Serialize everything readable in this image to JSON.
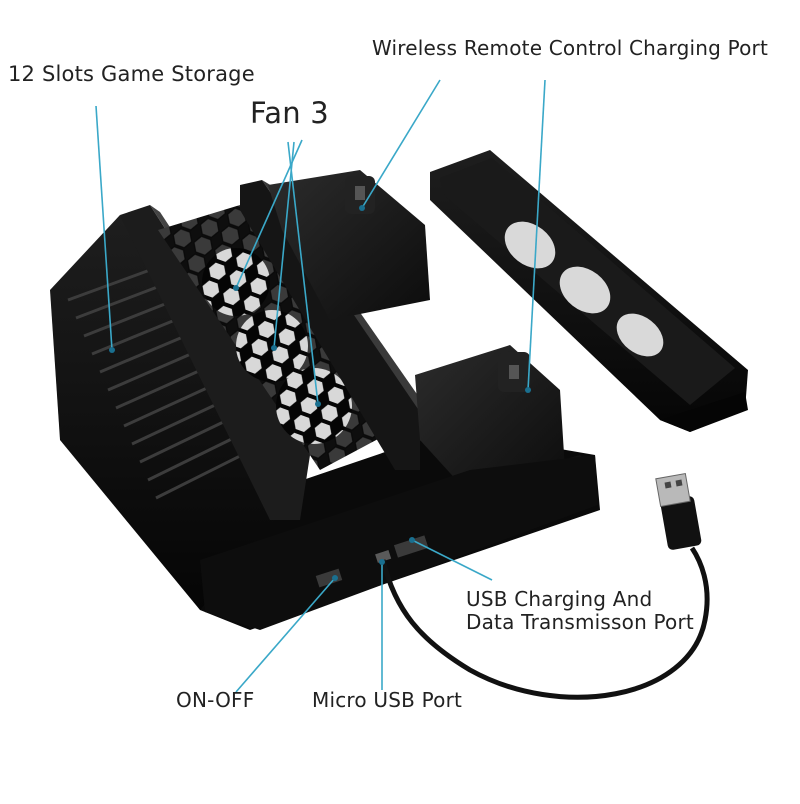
{
  "labels": {
    "storage": "12  Slots Game Storage",
    "fan": "Fan 3",
    "remote_port": "Wireless Remote Control Charging Port",
    "usb_line1": "USB Charging And",
    "usb_line2": "Data Transmisson Port",
    "on_off": "ON-OFF",
    "micro_usb": "Micro USB Port"
  },
  "colors": {
    "callout_line": "#3aa8c8",
    "product_body": "#141414",
    "background": "#ffffff"
  }
}
